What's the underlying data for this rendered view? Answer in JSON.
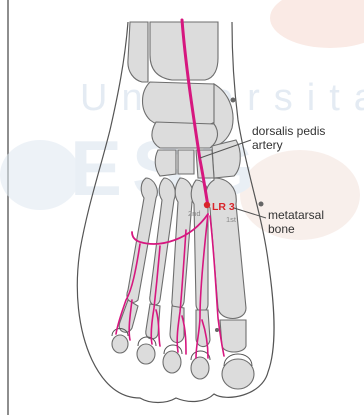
{
  "watermark": {
    "top_text": "Universitas",
    "bottom_text": "ESG",
    "color": "#d6e2ee"
  },
  "labels": {
    "artery_line1": "dorsalis pedis",
    "artery_line2": "artery",
    "point": "LR 3",
    "metatarsal_2nd": "2nd",
    "metatarsal_1st": "1st",
    "bone_line1": "metatarsal",
    "bone_line2": "bone"
  },
  "colors": {
    "artery": "#d6177f",
    "point": "#d9252b",
    "bone_fill": "#dcdcdc",
    "bone_stroke": "#6e6e6e",
    "outline": "#555555",
    "frame_line": "#444444"
  }
}
